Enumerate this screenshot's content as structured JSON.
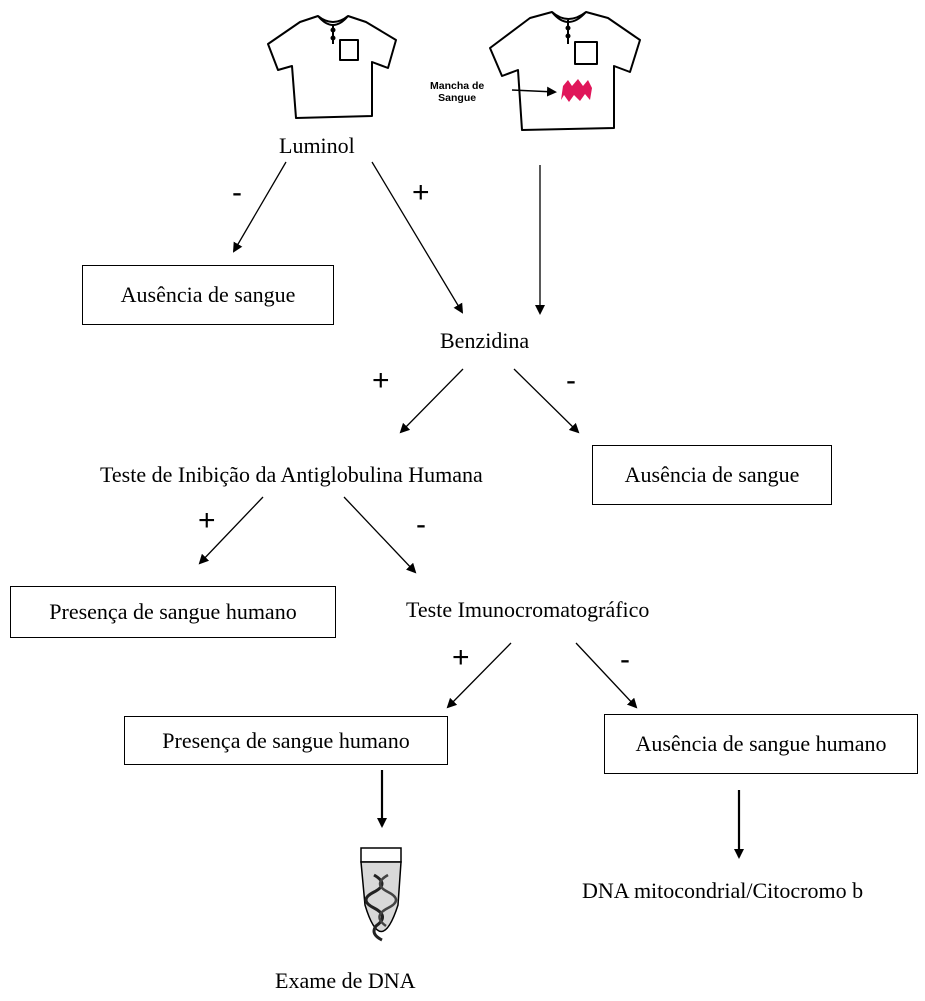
{
  "nodes": {
    "luminol": "Luminol",
    "ausencia_1": "Ausência de sangue",
    "benzidina": "Benzidina",
    "teste_inibicao": "Teste de Inibição da Antiglobulina Humana",
    "ausencia_2": "Ausência de sangue",
    "presenca_1": "Presença de sangue humano",
    "teste_imuno": "Teste Imunocromatográfico",
    "presenca_2": "Presença de sangue humano",
    "ausencia_humano": "Ausência de sangue humano",
    "dna_mito": "DNA mitocondrial/Citocromo b",
    "exame_dna": "Exame de DNA"
  },
  "stain_label": {
    "line1": "Mancha de",
    "line2": "Sangue"
  },
  "signs": {
    "luminol_neg": "-",
    "luminol_pos": "+",
    "benzidina_pos": "+",
    "benzidina_neg": "-",
    "inibicao_pos": "+",
    "inibicao_neg": "-",
    "imuno_pos": "+",
    "imuno_neg": "-"
  },
  "icons": {
    "plain_shirt": "t-shirt-icon",
    "stained_shirt": "t-shirt-with-blood-stain-icon",
    "tube": "dna-test-tube-icon"
  },
  "colors": {
    "stroke": "#000000",
    "stain": "#e0165a",
    "tube_body": "#d9d9d9"
  }
}
